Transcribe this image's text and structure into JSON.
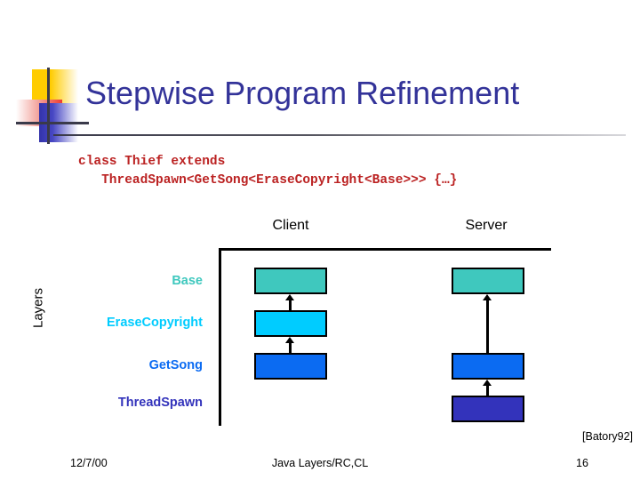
{
  "slide": {
    "title": "Stepwise Program Refinement",
    "title_color": "#333399",
    "logo": {
      "yellow": "#FFCC00",
      "red": "#EE3B33",
      "blue": "#3333AA",
      "cross": "#3A3A4A"
    }
  },
  "code": {
    "color": "#BB2222",
    "line1": "class Thief extends",
    "line2": "   ThreadSpawn<GetSong<EraseCopyright<Base>>> {…}"
  },
  "diagram": {
    "axis_label": "Layers",
    "columns": [
      {
        "label": "Client"
      },
      {
        "label": "Server"
      }
    ],
    "layers": [
      {
        "label": "Base",
        "color": "#3FC8BE"
      },
      {
        "label": "EraseCopyright",
        "color": "#00CCFF"
      },
      {
        "label": "GetSong",
        "color": "#0B6BF2"
      },
      {
        "label": "ThreadSpawn",
        "color": "#3333BB"
      }
    ],
    "boxes": [
      {
        "column": "Client",
        "layer": "Base",
        "color": "#3FC8BE"
      },
      {
        "column": "Client",
        "layer": "EraseCopyright",
        "color": "#00CCFF"
      },
      {
        "column": "Client",
        "layer": "GetSong",
        "color": "#0B6BF2"
      },
      {
        "column": "Server",
        "layer": "Base",
        "color": "#3FC8BE"
      },
      {
        "column": "Server",
        "layer": "GetSong",
        "color": "#0B6BF2"
      },
      {
        "column": "Server",
        "layer": "ThreadSpawn",
        "color": "#3333BB"
      }
    ],
    "arrows": [
      {
        "column": "Client",
        "from": "EraseCopyright",
        "to": "Base"
      },
      {
        "column": "Client",
        "from": "GetSong",
        "to": "EraseCopyright"
      },
      {
        "column": "Server",
        "from": "GetSong",
        "to": "Base"
      },
      {
        "column": "Server",
        "from": "ThreadSpawn",
        "to": "GetSong"
      }
    ]
  },
  "citation": "[Batory92]",
  "footer": {
    "date": "12/7/00",
    "center": "Java Layers/RC,CL",
    "page": "16"
  }
}
